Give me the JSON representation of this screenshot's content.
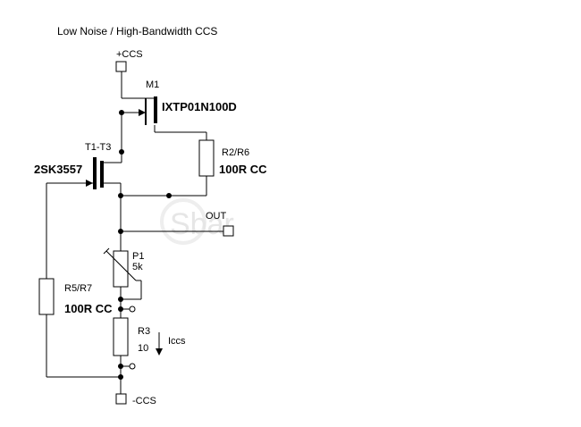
{
  "title": "Low Noise / High-Bandwidth CCS",
  "watermark": "Sbar",
  "terminals": {
    "positive_supply": "+CCS",
    "negative_supply": "-CCS",
    "output": "OUT"
  },
  "components": {
    "m1": {
      "designator": "M1",
      "part": "IXTP01N100D"
    },
    "t1": {
      "designator": "T1-T3",
      "part": "2SK3557"
    },
    "r2": {
      "designator": "R2/R6",
      "value": "100R CC"
    },
    "r5": {
      "designator": "R5/R7",
      "value": "100R CC"
    },
    "p1": {
      "designator": "P1",
      "value": "5k"
    },
    "r3": {
      "designator": "R3",
      "value": "10"
    }
  },
  "current_label": "Iccs",
  "colors": {
    "wire": "#000000",
    "background": "#ffffff",
    "watermark": "#e6e6e6"
  }
}
